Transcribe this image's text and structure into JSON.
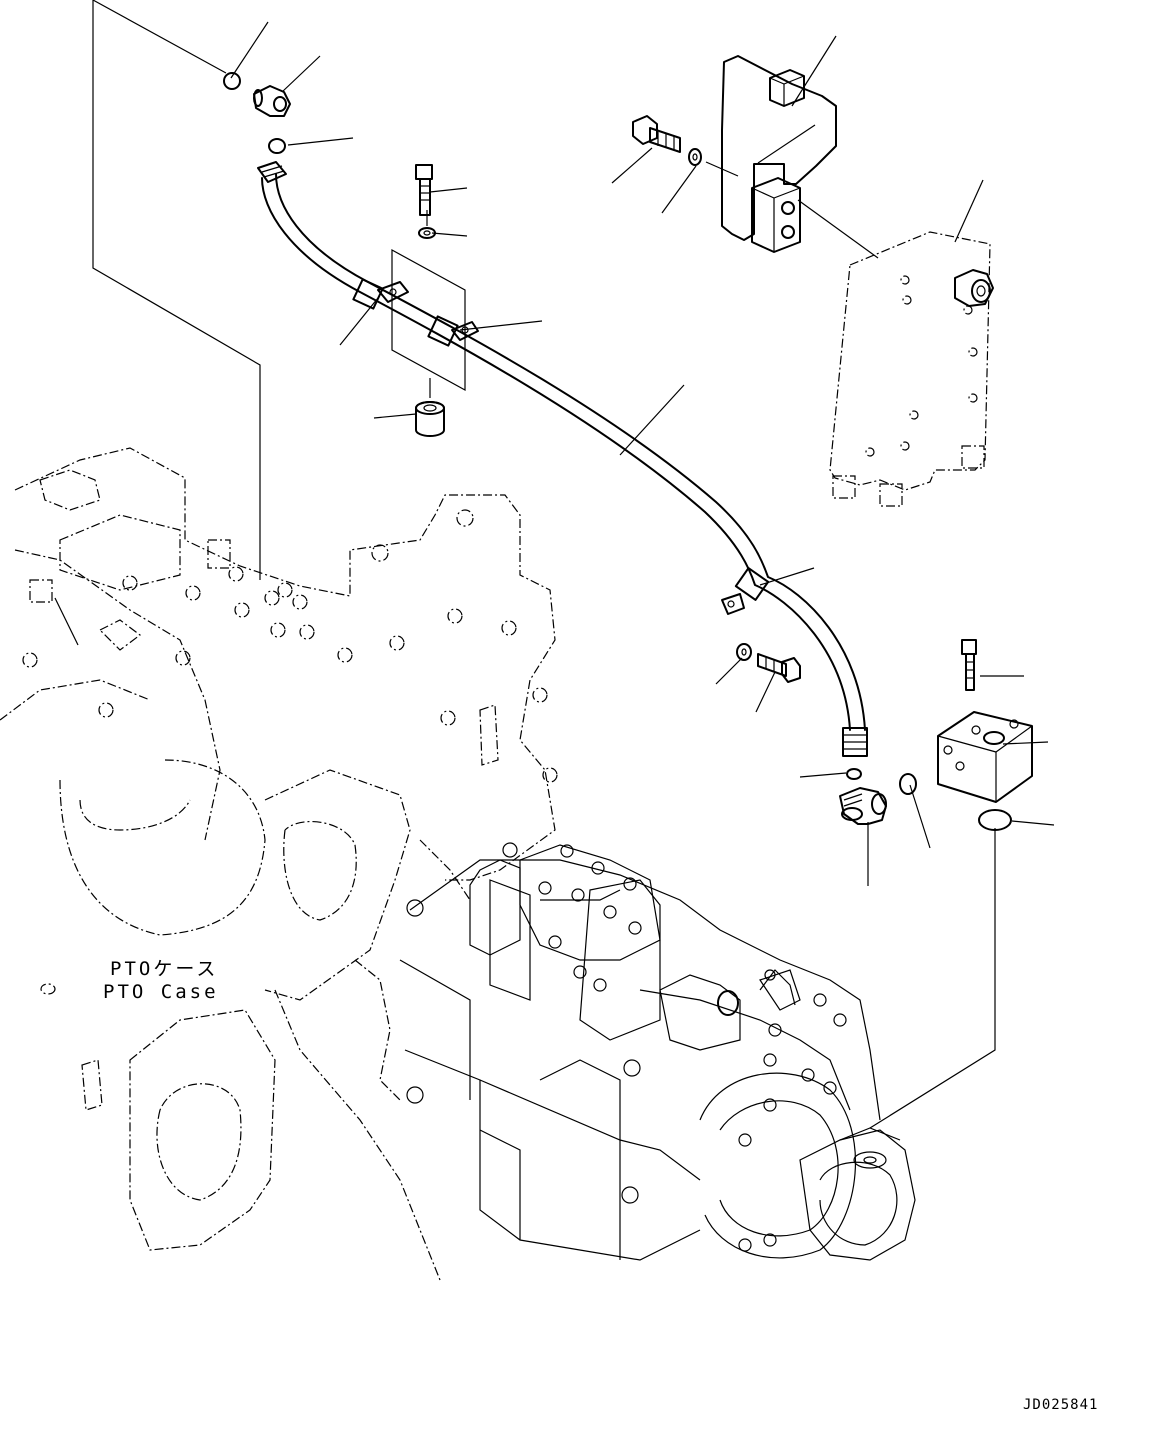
{
  "labels": {
    "pto_jp": "PTOケース",
    "pto_en": "PTO Case",
    "drawing_code": "JD025841"
  }
}
